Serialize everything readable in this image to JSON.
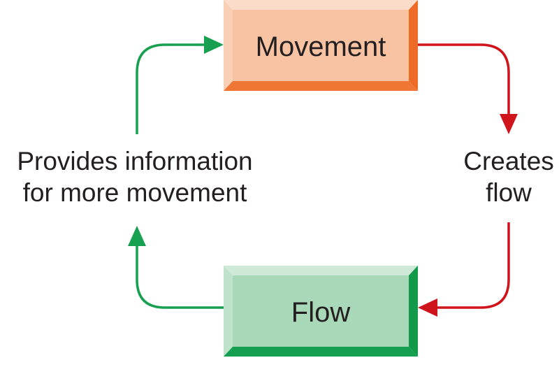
{
  "nodes": {
    "movement": {
      "label": "Movement",
      "colors": {
        "face": "#f8c3a3",
        "top": "#fbdcc8",
        "left": "#f9cfb5",
        "right": "#ee6a27",
        "bottom": "#ef7635"
      }
    },
    "flow": {
      "label": "Flow",
      "colors": {
        "face": "#a9d8b8",
        "top": "#cfe9d7",
        "left": "#bfe2ca",
        "right": "#129a4a",
        "bottom": "#14a050"
      }
    }
  },
  "edges": {
    "creates": {
      "label_line1": "Creates",
      "label_line2": "flow",
      "color": "#d0141b"
    },
    "provides": {
      "label_line1": "Provides information",
      "label_line2": "for more movement",
      "color": "#16a04f"
    }
  }
}
